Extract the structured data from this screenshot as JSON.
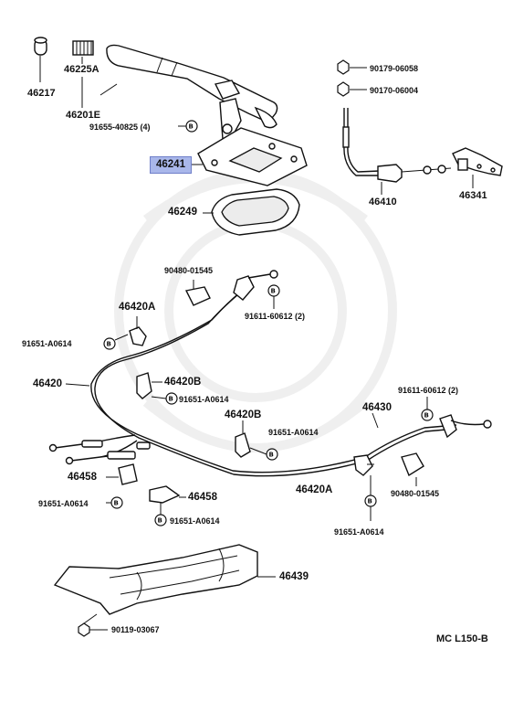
{
  "diagram": {
    "highlight_color": "#a9b7ea",
    "ref_code": "MC  L150-B",
    "labels": {
      "l46217": "46217",
      "l46225a": "46225A",
      "l46201e": "46201E",
      "l91655": "91655-40825 (4)",
      "l46241": "46241",
      "l46249": "46249",
      "l90179": "90179-06058",
      "l90170": "90170-06004",
      "l46410": "46410",
      "l46341": "46341",
      "l90480a": "90480-01545",
      "l91611a": "91611-60612 (2)",
      "l46420a_top": "46420A",
      "l91651a": "91651-A0614",
      "l46420": "46420",
      "l46420b_1": "46420B",
      "l91651b": "91651-A0614",
      "l91611b": "91611-60612 (2)",
      "l46430": "46430",
      "l46420b_2": "46420B",
      "l91651c": "91651-A0614",
      "l46458_left": "46458",
      "l91651d": "91651-A0614",
      "l46458_mid": "46458",
      "l91651e": "91651-A0614",
      "l46420a_bot": "46420A",
      "l90480b": "90480-01545",
      "l91651f": "91651-A0614",
      "l46439": "46439",
      "l90119": "90119-03067"
    }
  }
}
